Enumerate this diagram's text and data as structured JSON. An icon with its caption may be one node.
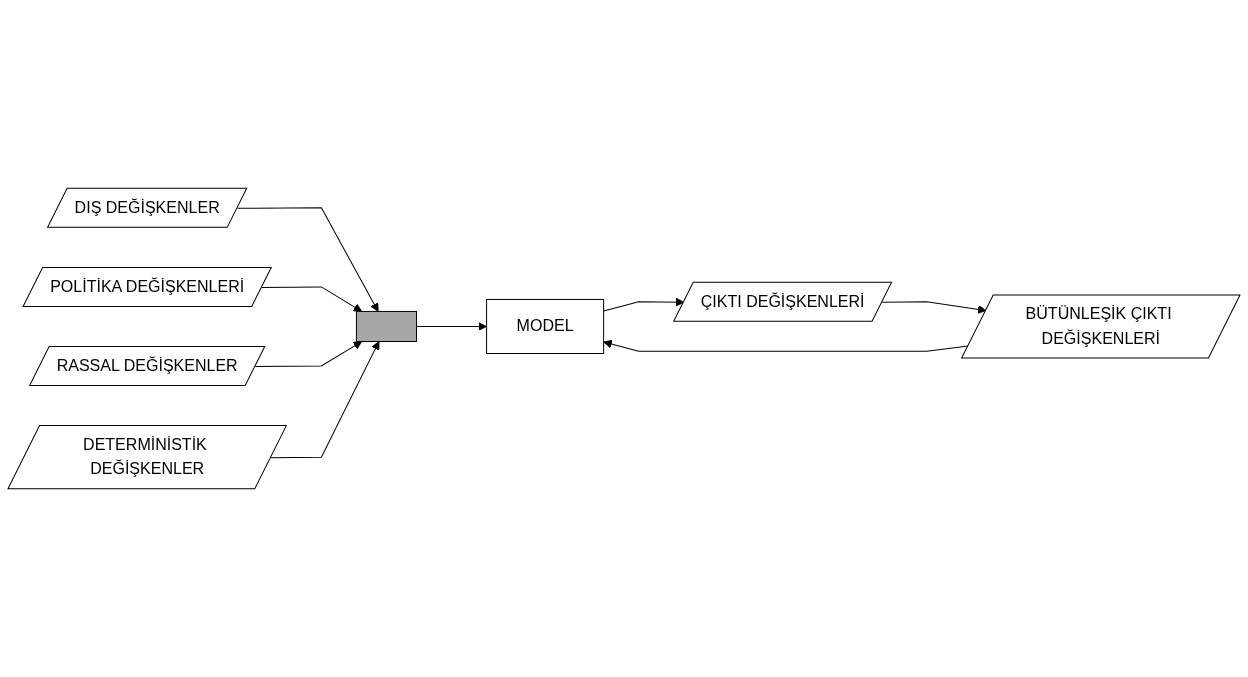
{
  "diagram": {
    "nodes": [
      {
        "text": [
          "DIŞ DEĞİŞKENLER"
        ]
      },
      {
        "text": [
          "POLİTİKA DEĞİŞKENLERİ"
        ]
      },
      {
        "text": [
          "RASSAL DEĞİŞKENLER"
        ]
      },
      {
        "text": [
          "DETERMİNİSTİK DEĞİŞKENLER"
        ]
      },
      {
        "text": [],
        "shape": "bar"
      },
      {
        "text": [
          "MODEL"
        ]
      },
      {
        "text": [
          "ÇIKTI DEĞİŞKENLERİ"
        ]
      },
      {
        "text": [
          "BÜTÜNLEŞİK ÇIKTI DEĞİŞKENLERİ"
        ]
      }
    ],
    "edges": [
      {
        "from": 0,
        "to": 4,
        "arrow": "to"
      },
      {
        "from": 1,
        "to": 4,
        "arrow": "to"
      },
      {
        "from": 2,
        "to": 4,
        "arrow": "to"
      },
      {
        "from": 3,
        "to": 4,
        "arrow": "to"
      },
      {
        "from": 4,
        "to": 5,
        "arrow": "to"
      },
      {
        "from": 5,
        "to": 6,
        "arrow": "to"
      },
      {
        "from": 6,
        "to": 7,
        "arrow": "to"
      },
      {
        "from": 7,
        "to": 5,
        "arrow": "to"
      }
    ]
  }
}
